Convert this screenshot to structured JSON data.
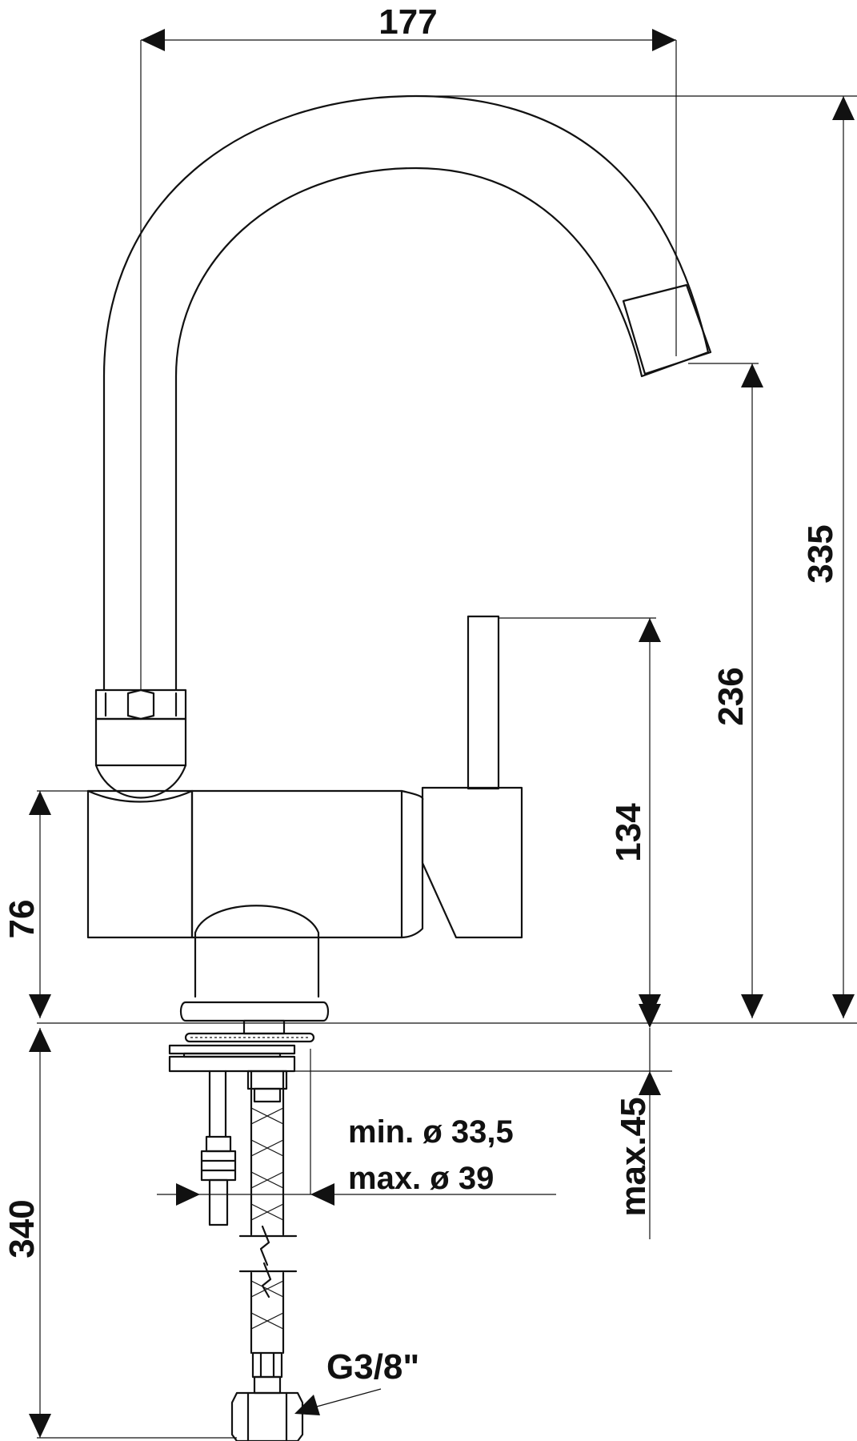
{
  "dimensions": {
    "width_top": "177",
    "height_total": "335",
    "height_spout": "236",
    "height_lever": "134",
    "height_body": "76",
    "length_hoses": "340",
    "max_counter": "max.45",
    "hole_min": "min. ø 33,5",
    "hole_max": "max. ø 39",
    "thread": "G3/8\""
  },
  "colors": {
    "line": "#111111",
    "background": "#ffffff"
  }
}
